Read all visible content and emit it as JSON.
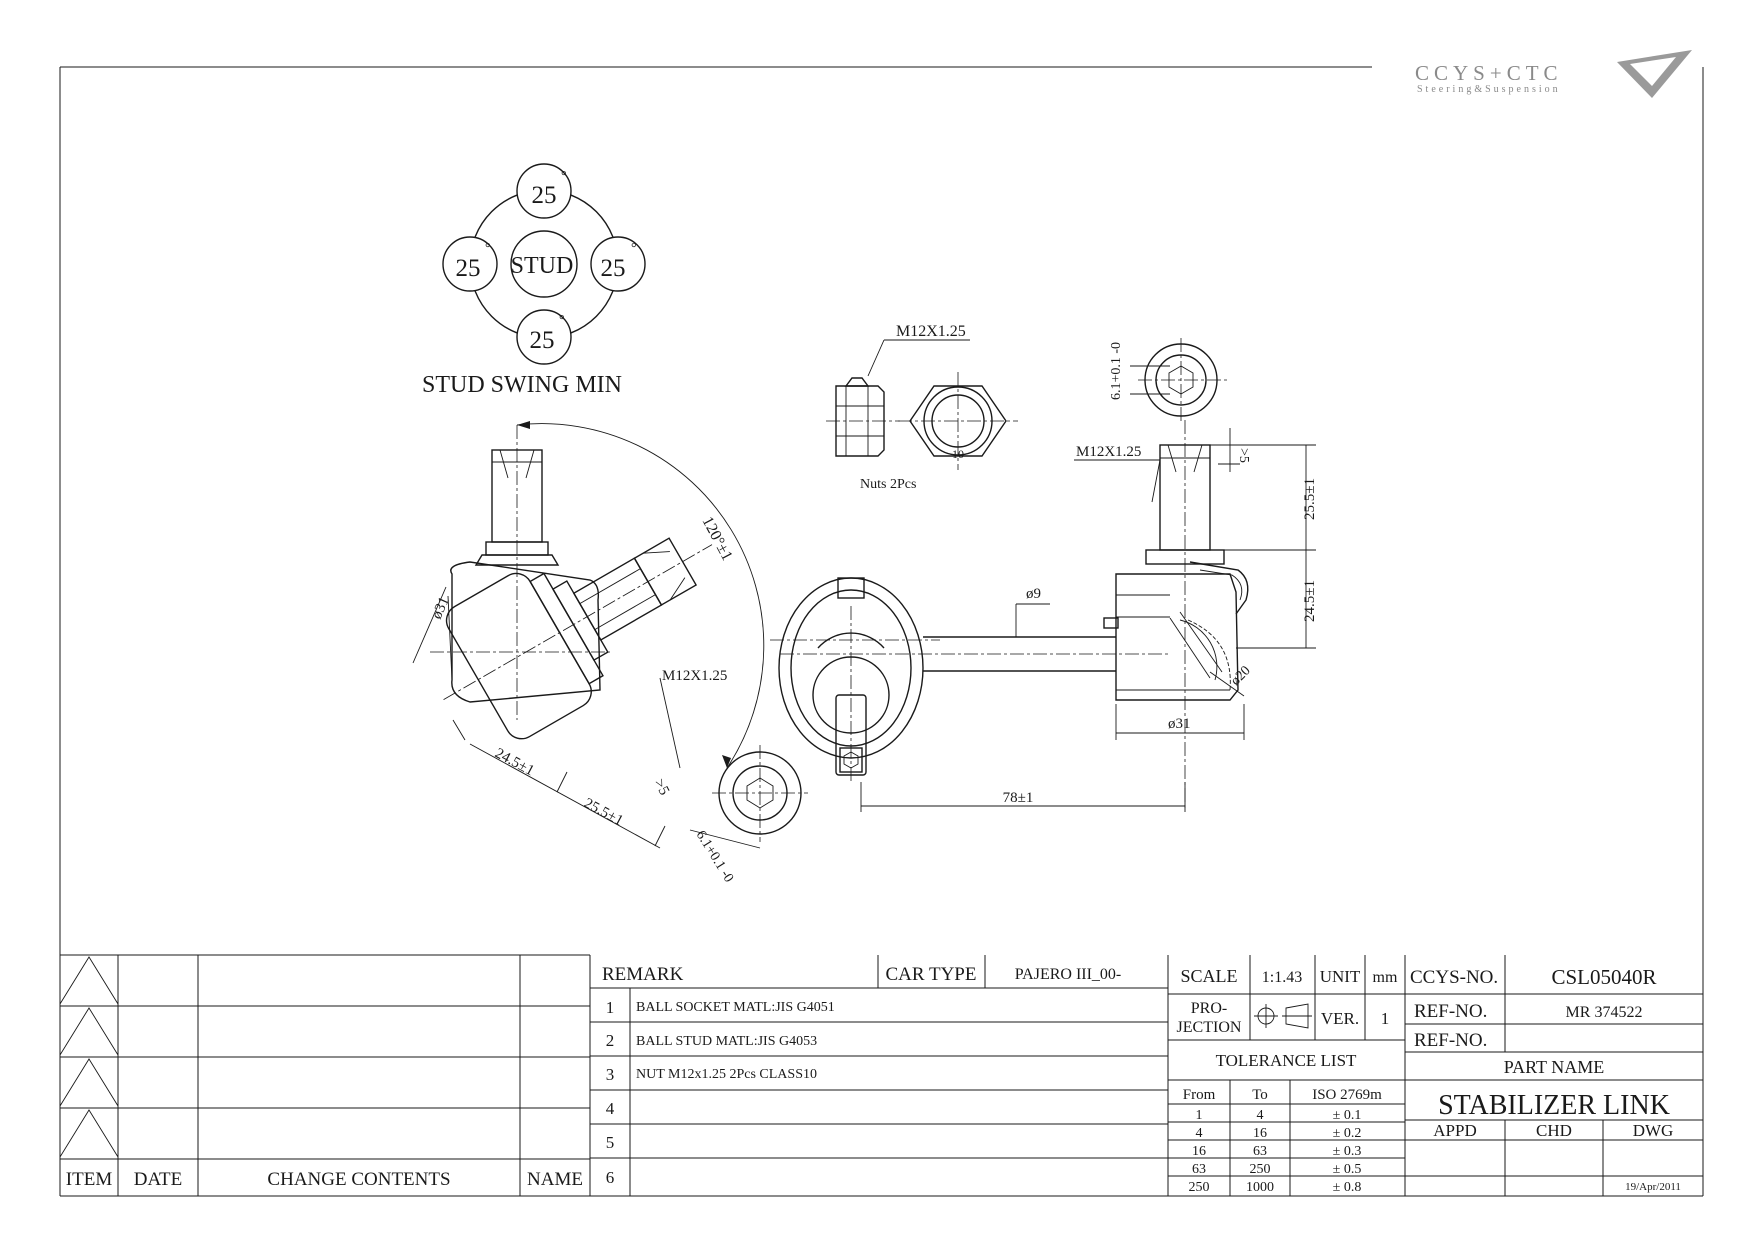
{
  "logo": {
    "brand": "CCYS+CTC",
    "tagline": "Steering&Suspension"
  },
  "swing": {
    "top": "25",
    "left": "25",
    "right": "25",
    "bottom": "25",
    "center": "STUD",
    "degree": "°",
    "caption": "STUD SWING MIN"
  },
  "dims": {
    "angle": "120°±1",
    "dia31_left": "ø31",
    "thread_left": "M12X1.25",
    "len24_left": "24.5±1",
    "len25_left": "25.5±1",
    "gap5_left": ">5",
    "hex_left": "6.1+0.1 -0",
    "nut_thread": "M12X1.25",
    "nut_qty": "Nuts 2Pcs",
    "nut_class": "10",
    "hex_right": "6.1+0.1 -0",
    "thread_right": "M12X1.25",
    "gap5_right": ">5",
    "len25_right": "25.5±1",
    "len24_right": "24.5±1",
    "rod_dia": "ø9",
    "ball_dia": "ø20",
    "dia31_right": "ø31",
    "length78": "78±1"
  },
  "revision": {
    "headers": {
      "item": "ITEM",
      "date": "DATE",
      "contents": "CHANGE CONTENTS",
      "name": "NAME"
    }
  },
  "remarks": {
    "header": "REMARK",
    "car_type_label": "CAR TYPE",
    "car_type": "PAJERO III_00-",
    "rows": [
      {
        "no": "1",
        "text": "BALL SOCKET MATL:JIS  G4051"
      },
      {
        "no": "2",
        "text": "BALL STUD MATL:JIS G4053"
      },
      {
        "no": "3",
        "text": "NUT M12x1.25 2Pcs CLASS10"
      },
      {
        "no": "4",
        "text": ""
      },
      {
        "no": "5",
        "text": ""
      },
      {
        "no": "6",
        "text": ""
      }
    ]
  },
  "spec": {
    "scale_label": "SCALE",
    "scale": "1:1.43",
    "unit_label": "UNIT",
    "unit": "mm",
    "projection_label_1": "PRO-",
    "projection_label_2": "JECTION",
    "ver_label": "VER.",
    "ver": "1",
    "tolerance_title": "TOLERANCE LIST",
    "tol_headers": {
      "from": "From",
      "to": "To",
      "iso": "ISO 2769m"
    },
    "tolerances": [
      {
        "from": "1",
        "to": "4",
        "tol": "± 0.1"
      },
      {
        "from": "4",
        "to": "16",
        "tol": "± 0.2"
      },
      {
        "from": "16",
        "to": "63",
        "tol": "± 0.3"
      },
      {
        "from": "63",
        "to": "250",
        "tol": "± 0.5"
      },
      {
        "from": "250",
        "to": "1000",
        "tol": "± 0.8"
      }
    ]
  },
  "title_block": {
    "ccys_label": "CCYS-NO.",
    "ccys_no": "CSL05040R",
    "ref_label": "REF-NO.",
    "ref_no": "MR 374522",
    "ref_label2": "REF-NO.",
    "ref_no2": "",
    "part_name_label": "PART NAME",
    "part_name": "STABILIZER LINK",
    "appd": "APPD",
    "chd": "CHD",
    "dwg": "DWG",
    "date": "19/Apr/2011"
  }
}
